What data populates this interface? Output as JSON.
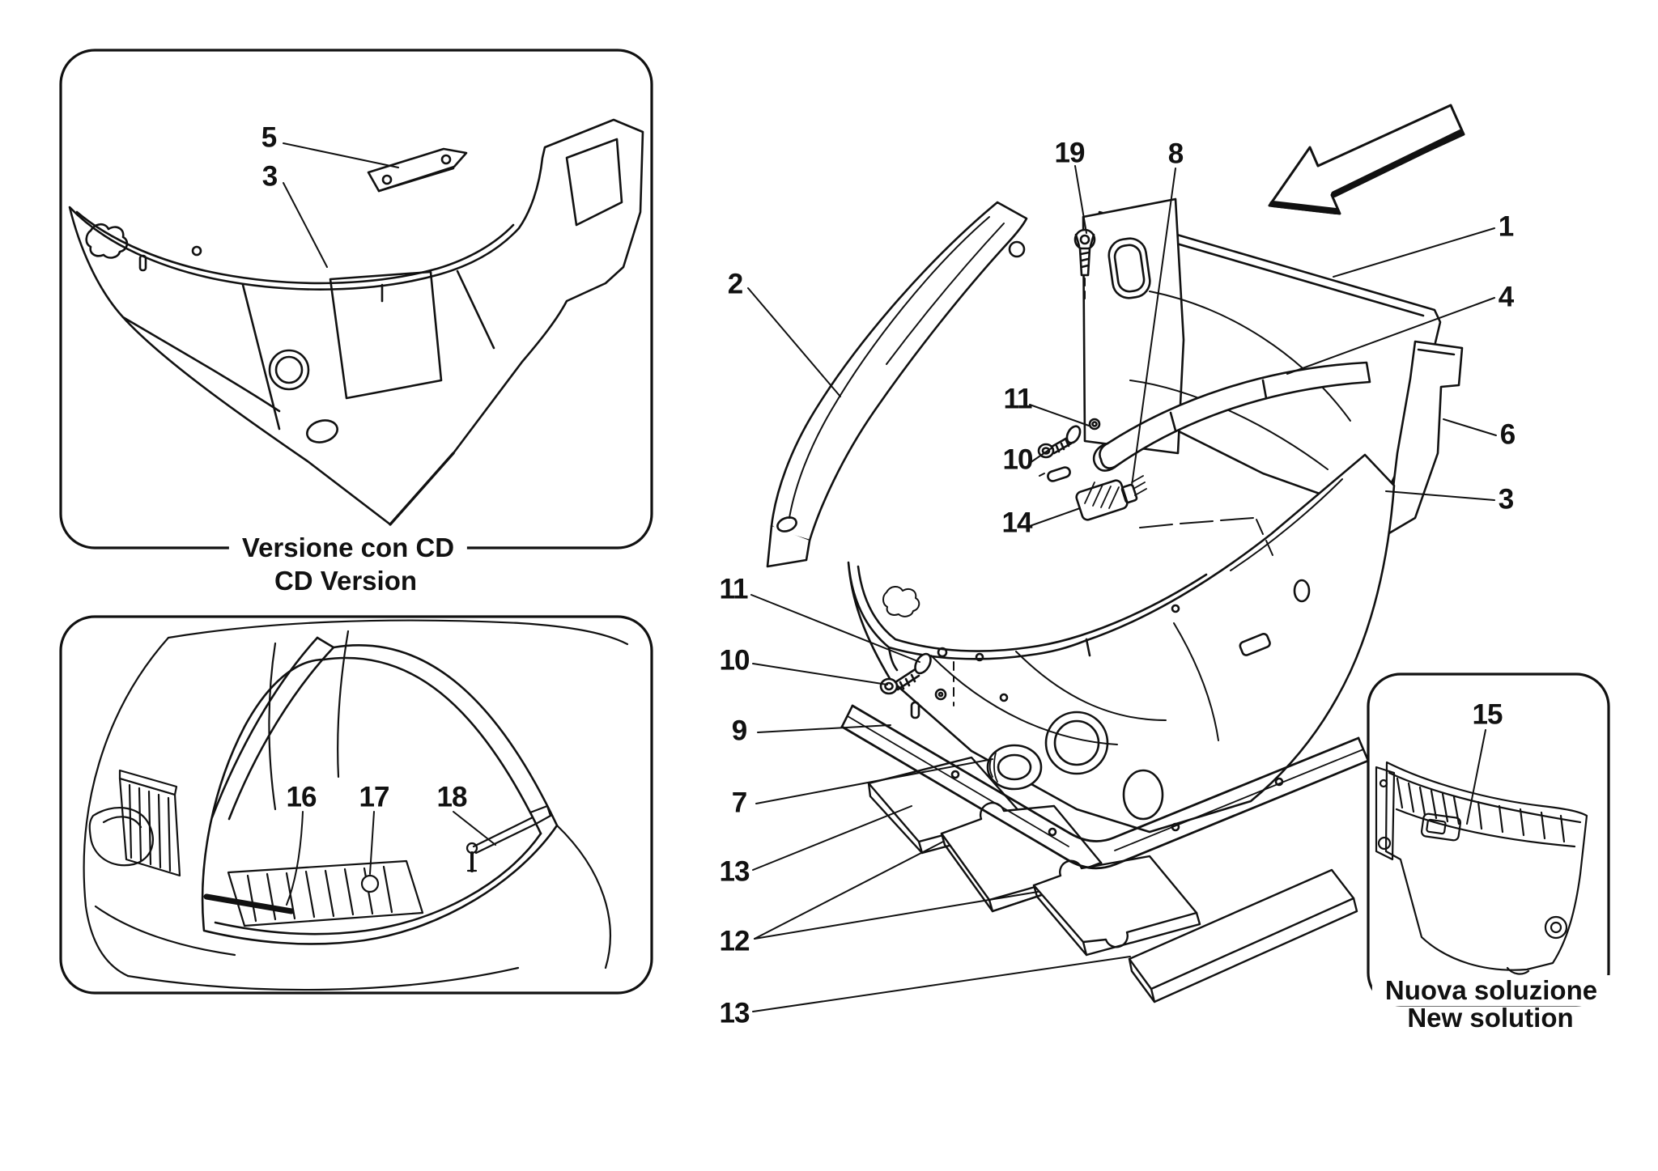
{
  "diagram": {
    "kind": "parts-catalog-exploded-view",
    "subject": "front compartment trims",
    "ink_color": "#111111",
    "paper_color": "#ffffff"
  },
  "insets": {
    "cd_version": {
      "caption_line1": "Versione con CD",
      "caption_line2": "CD Version"
    },
    "new_solution": {
      "caption_line1": "Nuova soluzione",
      "caption_line2": "New solution"
    }
  },
  "callouts": {
    "c1": {
      "text": "1"
    },
    "c2": {
      "text": "2"
    },
    "c3_right": {
      "text": "3"
    },
    "c4": {
      "text": "4"
    },
    "c6": {
      "text": "6"
    },
    "c7": {
      "text": "7"
    },
    "c8": {
      "text": "8"
    },
    "c9": {
      "text": "9"
    },
    "c10_left": {
      "text": "10"
    },
    "c11_left": {
      "text": "11"
    },
    "c10_inner": {
      "text": "10"
    },
    "c11_inner": {
      "text": "11"
    },
    "c12": {
      "text": "12"
    },
    "c13_upper": {
      "text": "13"
    },
    "c13_lower": {
      "text": "13"
    },
    "c14": {
      "text": "14"
    },
    "c19": {
      "text": "19"
    },
    "c5_inset": {
      "text": "5"
    },
    "c3_inset": {
      "text": "3"
    },
    "c16": {
      "text": "16"
    },
    "c17": {
      "text": "17"
    },
    "c18": {
      "text": "18"
    },
    "c15": {
      "text": "15"
    }
  }
}
